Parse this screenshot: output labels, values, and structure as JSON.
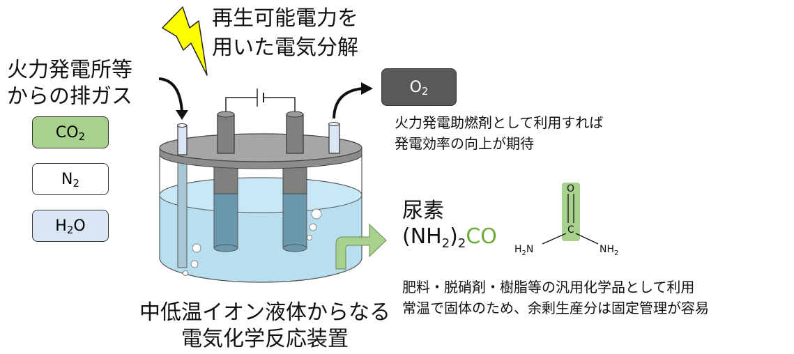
{
  "title": {
    "line1": "再生可能電力を",
    "line2": "用いた電気分解"
  },
  "exhaust": {
    "line1": "火力発電所等",
    "line2": "からの排ガス"
  },
  "gases": [
    {
      "main": "CO",
      "sub": "2",
      "color": "#a9d18e"
    },
    {
      "main": "N",
      "sub": "2",
      "color": "#ffffff"
    },
    {
      "pre": "H",
      "sub": "2",
      "post": "O",
      "color": "#dae6f4"
    }
  ],
  "oxygen": {
    "main": "O",
    "sub": "2",
    "box_color": "#595959",
    "note_line1": "火力発電助燃剤として利用すれば",
    "note_line2": "発電効率の向上が期待"
  },
  "urea": {
    "name": "尿素",
    "formula_pre": "(NH",
    "formula_sub": "2",
    "formula_mid": ")",
    "formula_sub2": "2",
    "formula_green": "CO",
    "atoms": {
      "O": "O",
      "C": "C",
      "H2N": "H2N",
      "NH2": "NH2"
    },
    "highlight_color": "#a9d18e",
    "use_line1": "肥料・脱硝剤・樹脂等の汎用化学品として利用",
    "use_line2": "常温で固体のため、余剰生産分は固定管理が容易"
  },
  "device": {
    "line1": "中低温イオン液体からなる",
    "line2": "電気化学反応装置"
  },
  "colors": {
    "liquid": "#b7dff0",
    "lid": "#a6a6a6",
    "electrode": "#808080",
    "bolt": "#ffff00",
    "arrow_green": "#a9d18e"
  }
}
